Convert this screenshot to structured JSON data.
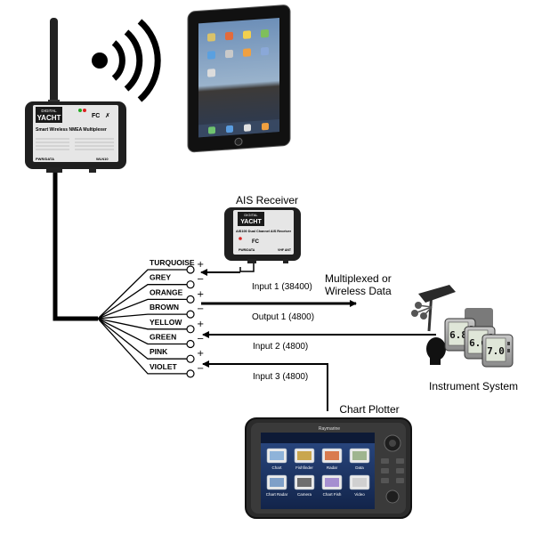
{
  "multiplexer": {
    "brand_top": "DIGITAL",
    "brand_main": "YACHT",
    "title": "Smart Wireless NMEA Multiplexer",
    "part_left": "PWR/DATA",
    "part_right": "WLN10"
  },
  "ais_receiver": {
    "heading": "AIS Receiver",
    "brand_top": "DIGITAL",
    "brand_main": "YACHT",
    "title": "AIS100 Dual Channel AIS Receiver",
    "part_left": "PWR/DATA",
    "part_right": "VHF ANT"
  },
  "wires": [
    {
      "name": "TURQUOISE",
      "sign": "+"
    },
    {
      "name": "GREY",
      "sign": "−"
    },
    {
      "name": "ORANGE",
      "sign": "+"
    },
    {
      "name": "BROWN",
      "sign": "−"
    },
    {
      "name": "YELLOW",
      "sign": "+"
    },
    {
      "name": "GREEN",
      "sign": "−"
    },
    {
      "name": "PINK",
      "sign": "+"
    },
    {
      "name": "VIOLET",
      "sign": "−"
    }
  ],
  "connections": {
    "input1": "Input 1 (38400)",
    "output1": "Output 1 (4800)",
    "input2": "Input 2 (4800)",
    "input3": "Input 3 (4800)",
    "wireless_line1": "Multiplexed or",
    "wireless_line2": "Wireless Data"
  },
  "instrument_system": {
    "label": "Instrument System",
    "display_values": [
      "6.8",
      "6.6",
      "7.0"
    ]
  },
  "chart_plotter": {
    "label": "Chart Plotter",
    "brand": "Raymarine",
    "menu_items": [
      "Chart",
      "Fishfinder",
      "Radar",
      "Data",
      "Chart Radar",
      "Camera",
      "Chart Fish",
      "Video"
    ]
  },
  "colors": {
    "device_body": "#1f1f1f",
    "label_face": "#e6e6e6",
    "brand_bg": "#1a1a1a",
    "plotter_screen": "#1c2f5a",
    "wire": "#000000"
  }
}
